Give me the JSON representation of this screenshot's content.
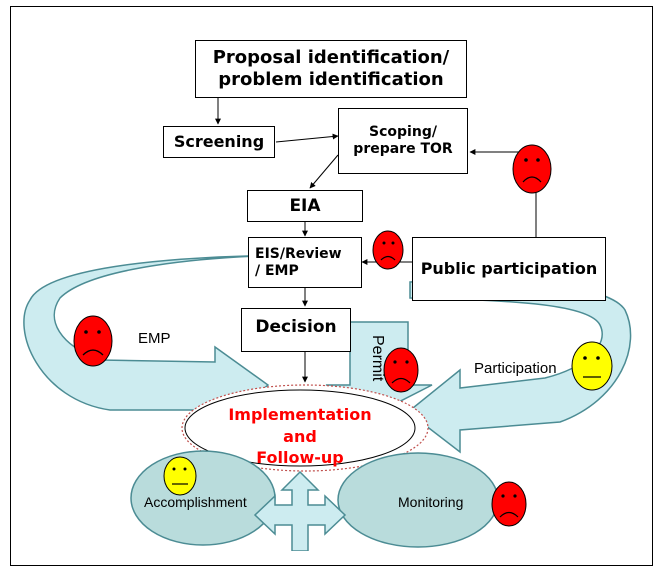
{
  "boxes": {
    "proposal": "Proposal identification/\nproblem identification",
    "screening": "Screening",
    "scoping": "Scoping/\nprepare TOR",
    "eia": "EIA",
    "eis": "EIS/Review\n/ EMP",
    "decision": "Decision",
    "public": "Public participation"
  },
  "labels": {
    "emp": "EMP",
    "permit": "Permit",
    "participation": "Participation",
    "implementation": "Implementation\nand\nFollow-up",
    "accomplishment": "Accomplishment",
    "monitoring": "Monitoring"
  },
  "faces": {
    "sad_color": "#ff0000",
    "neutral_color": "#ffff00"
  },
  "colors": {
    "arrow_fill": "#ccecf0",
    "ellipse_fill": "#b9dcdc",
    "implementation_text": "#ff0000"
  }
}
